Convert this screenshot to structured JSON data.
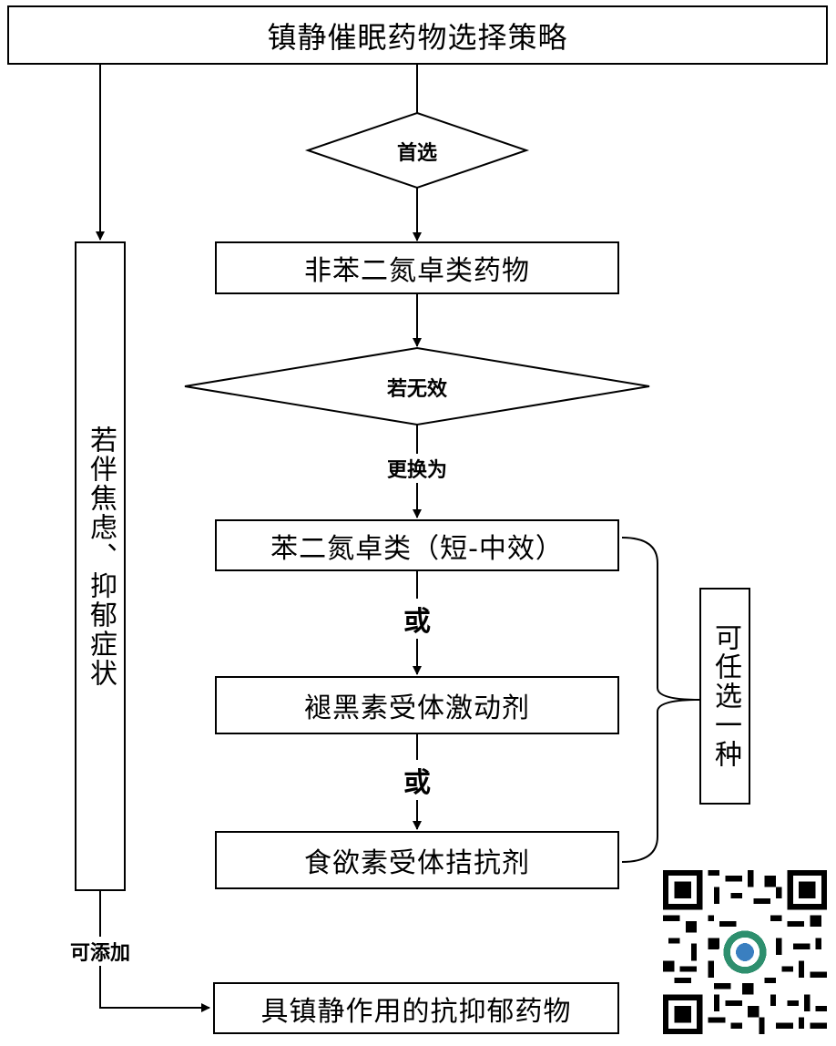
{
  "title": "镇静催眠药物选择策略",
  "decisions": {
    "first": "首选",
    "ineffective": "若无效"
  },
  "labels": {
    "switch_to": "更换为",
    "or_1": "或",
    "or_2": "或",
    "may_add": "可添加"
  },
  "boxes": {
    "non_benzo": "非苯二氮卓类药物",
    "benzo": "苯二氮卓类（短-中效）",
    "melatonin": "褪黑素受体激动剂",
    "orexin": "食欲素受体拮抗剂",
    "side": "若伴焦虑、抑郁症状",
    "choose_one": "可任选一种",
    "antidepressant": "具镇静作用的抗抑郁药物"
  }
}
